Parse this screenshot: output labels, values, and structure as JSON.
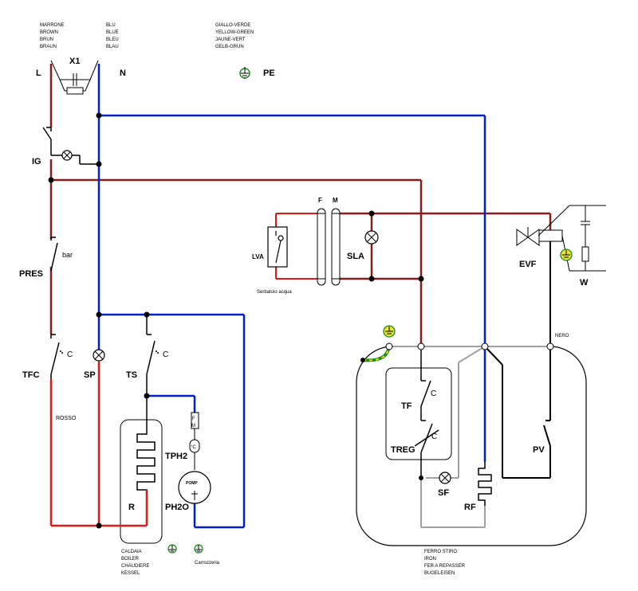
{
  "colors": {
    "brown": "#8b1a1a",
    "blue": "#0022cc",
    "red": "#e01818",
    "gray": "#a0a0a0",
    "black": "#000000",
    "ground_green": "#1a8c1a",
    "ground_yellow": "#e8d21a"
  },
  "legend": {
    "marrone": [
      "MARRONE",
      "BROWN",
      "BRUN",
      "BRAUN"
    ],
    "blu": [
      "BLU",
      "BLUE",
      "BLEU",
      "BLAU"
    ],
    "giallo_verde": [
      "GIALLO-VERDE",
      "YELLOW-GREEN",
      "JAUNE-VERT",
      "GELB-GRUN"
    ]
  },
  "labels": {
    "L": "L",
    "N": "N",
    "PE": "PE",
    "X1": "X1",
    "IG": "IG",
    "PRES": "PRES",
    "bar": "bar",
    "TFC": "TFC",
    "SP": "SP",
    "TS": "TS",
    "C1": "C",
    "C2": "C",
    "rosso": "ROSSO",
    "R": "R",
    "TPH2": "TPH2",
    "PH2O": "PH2O",
    "F_small": "F",
    "M_small": "M",
    "deg_c": "°C",
    "pomp": "POMP",
    "LVA": "LVA",
    "SLA": "SLA",
    "F": "F",
    "M": "M",
    "serbatoio": "Serbatoio acqua",
    "EVF": "EVF",
    "W": "W",
    "nero": "NERO",
    "TF": "TF",
    "C3": "C",
    "TREG": "TREG",
    "C4": "C",
    "SF": "SF",
    "RF": "RF",
    "PV": "PV",
    "carrozzeria": "Carrozzeria"
  },
  "caldaia": [
    "CALDAIA",
    "BOILER",
    "CHAUDIERE",
    "KESSEL"
  ],
  "ferro": [
    "FERRO STIRO",
    "IRON",
    "FER A REPASSER",
    "BUGELEISEN"
  ]
}
